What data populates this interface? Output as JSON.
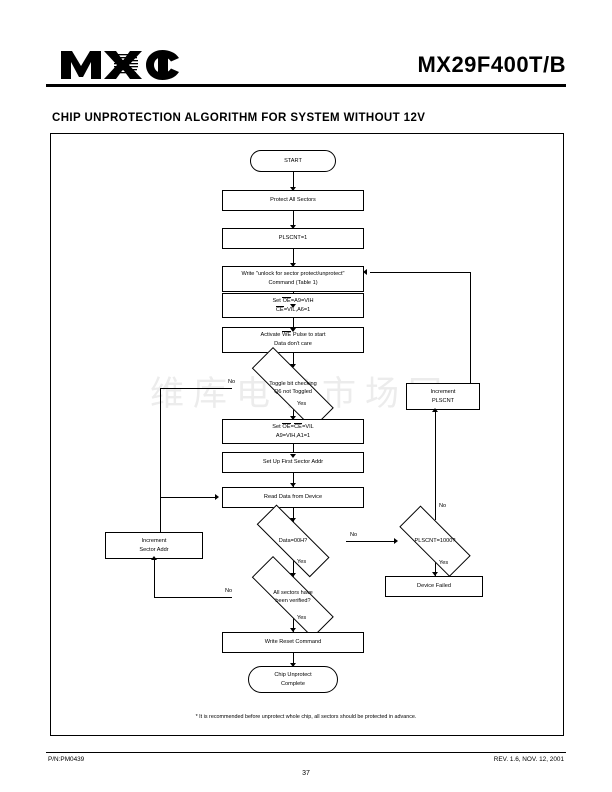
{
  "header": {
    "logo_alt": "MXIC",
    "part_number": "MX29F400T/B",
    "section_title": "CHIP UNPROTECTION ALGORITHM FOR SYSTEM WITHOUT 12V"
  },
  "watermark": "维库电子市场网",
  "flowchart": {
    "title": "Chip Unprotection Algorithm For System Without 12V",
    "nodes": {
      "start": {
        "label": "START",
        "shape": "terminator"
      },
      "protect_all": {
        "label": "Protect All Sectors",
        "shape": "process"
      },
      "plscnt_init": {
        "label": "PLSCNT=1",
        "shape": "process"
      },
      "write_unlock_l1": "Write \"unlock for sector protect/unprotect\"",
      "write_unlock_l2": "Command (Table 1)",
      "set_oe_l1_pre": "Set ",
      "set_oe_l1_bar": "OE",
      "set_oe_l1_post": "=A9=VIH",
      "set_oe_l2_bar": "CE",
      "set_oe_l2_post": "=VIL,A6=1",
      "activate_we_pre": "Activate ",
      "activate_we_bar": "WE",
      "activate_we_post": " Pulse to start",
      "activate_we_l2": "Data don't care",
      "toggle_l1": "Toggle bit checking",
      "toggle_l2": "Q6 not Toggled",
      "increment_plscnt_l1": "Increment",
      "increment_plscnt_l2": "PLSCNT",
      "set_vil_pre": "Set ",
      "set_vil_bar1": "OE",
      "set_vil_mid": "=",
      "set_vil_bar2": "CE",
      "set_vil_post": "=VIL",
      "set_vil_l2": "A9=VIH,A1=1",
      "setup_first_sector": {
        "label": "Set Up First Sector Addr",
        "shape": "process"
      },
      "read_data": {
        "label": "Read Data from Device",
        "shape": "process"
      },
      "data_00h": {
        "label": "Data=00H?",
        "shape": "decision"
      },
      "plscnt_1000": {
        "label": "PLSCNT=1000?",
        "shape": "decision"
      },
      "device_failed": {
        "label": "Device Failed",
        "shape": "process"
      },
      "increment_sector_l1": "Increment",
      "increment_sector_l2": "Sector Addr",
      "all_sectors_l1": "All sectors have",
      "all_sectors_l2": "been verified?",
      "write_reset": {
        "label": "Write Reset Command",
        "shape": "process"
      },
      "complete_l1": "Chip Unprotect",
      "complete_l2": "Complete"
    },
    "edge_labels": {
      "toggle_no": "No",
      "toggle_yes": "Yes",
      "data_no": "No",
      "data_yes": "Yes",
      "plscnt_no": "No",
      "plscnt_yes": "Yes",
      "sectors_no": "No",
      "sectors_yes": "Yes"
    }
  },
  "footnote": "* It is recommended before unprotect whole chip,  all sectors should be protected in advance.",
  "footer": {
    "part_code": "P/N:PM0439",
    "revision": "REV. 1.6, NOV. 12, 2001",
    "page_number": "37"
  }
}
